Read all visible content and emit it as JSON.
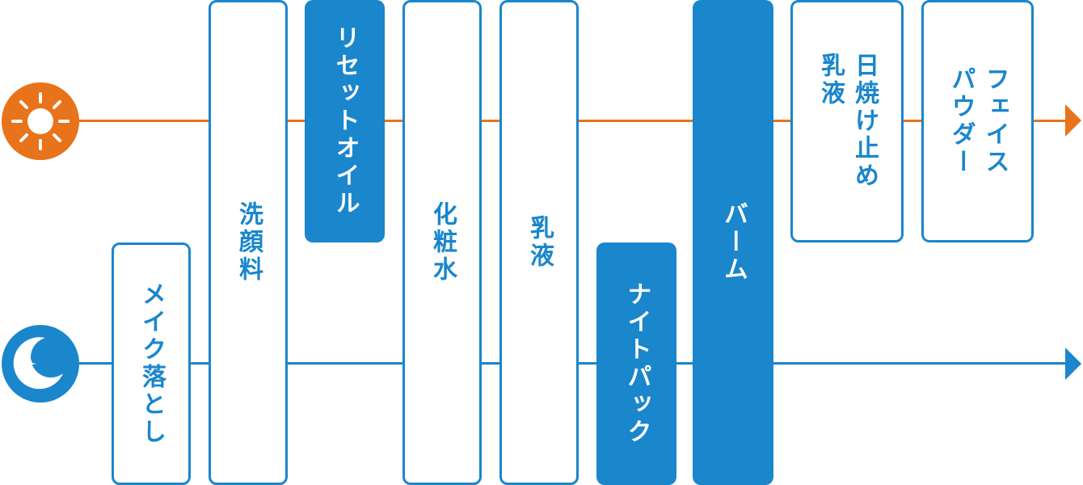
{
  "colors": {
    "morning": "#e8731a",
    "night": "#1a86cc",
    "box_outline": "#1a86cc",
    "box_fill": "#1a86cc"
  },
  "icons": {
    "morning": "sun-icon",
    "night": "moon-icon"
  },
  "steps": {
    "makeup_remover": "メイク落とし",
    "face_wash": "洗顔料",
    "reset_oil": "リセットオイル",
    "toner": "化粧水",
    "milky_lotion": "乳液",
    "night_pack": "ナイトパック",
    "balm": "バーム",
    "sunscreen_milk": "日焼け止め\n乳液",
    "face_powder": "フェイス\nパウダー"
  }
}
